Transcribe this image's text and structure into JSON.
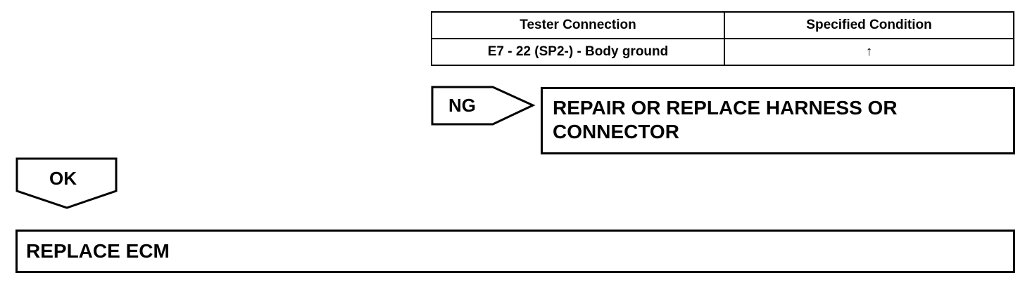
{
  "table": {
    "headers": [
      "Tester Connection",
      "Specified Condition"
    ],
    "rows": [
      [
        "E7 - 22 (SP2-) - Body ground",
        "↑"
      ]
    ]
  },
  "ng_branch": {
    "label": "NG",
    "action": "REPAIR OR REPLACE HARNESS OR CONNECTOR"
  },
  "ok_branch": {
    "label": "OK",
    "action": "REPLACE ECM"
  }
}
